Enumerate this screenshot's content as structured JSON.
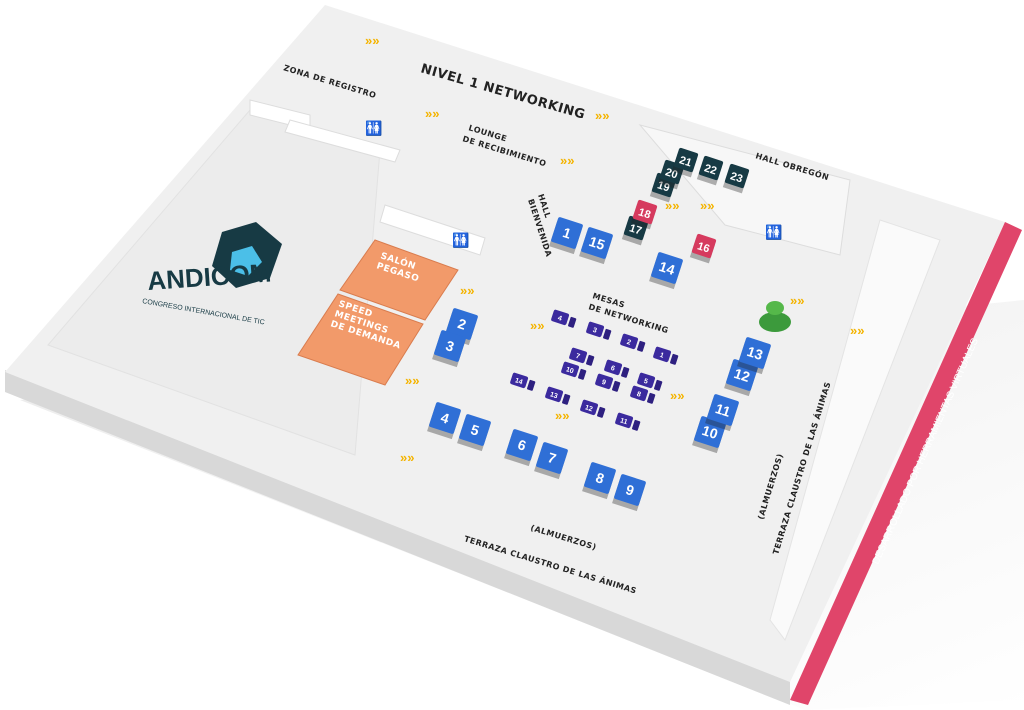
{
  "title": "NIVEL 1 NETWORKING",
  "logo": {
    "name": "ANDICOM",
    "tagline": "CONGRESO INTERNACIONAL DE TIC"
  },
  "zones": {
    "registro": "ZONA DE REGISTRO",
    "lounge_1": "LOUNGE",
    "lounge_2": "DE RECIBIMIENTO",
    "hall_bienvenida_1": "HALL",
    "hall_bienvenida_2": "BIENVENIDA",
    "hall_obregon": "HALL OBREGÓN",
    "mesas_1": "MESAS",
    "mesas_2": "DE NETWORKING",
    "salon_1": "SALÓN",
    "salon_2": "PEGASO",
    "speed_1": "SPEED",
    "speed_2": "MEETINGS",
    "speed_3": "DE DEMANDA",
    "terraza_bottom_1": "(ALMUERZOS)",
    "terraza_bottom_2": "TERRAZA CLAUSTRO DE LAS ÁNIMAS",
    "terraza_right_1": "(ALMUERZOS)",
    "terraza_right_2": "TERRAZA CLAUSTRO DE LAS ÁNIMAS"
  },
  "footer": "DESARROLLADO POR HERRAMIENTAS VIRTUALES",
  "colors": {
    "blue": "#2f6fd6",
    "dark": "#173a44",
    "red": "#d63a5e",
    "table": "#3b2a9e",
    "orange": "#f29a6a",
    "yellow": "#f4b400",
    "pink": "#e0456a",
    "green": "#3c9a3c"
  },
  "booths": {
    "blue": [
      "1",
      "2",
      "3",
      "4",
      "5",
      "6",
      "7",
      "8",
      "9",
      "10",
      "11",
      "12",
      "13",
      "14",
      "15"
    ],
    "dark": [
      "17",
      "19",
      "20",
      "21",
      "22",
      "23"
    ],
    "red": [
      "16",
      "18"
    ]
  },
  "tables": [
    "1",
    "2",
    "3",
    "4",
    "5",
    "6",
    "7",
    "8",
    "9",
    "10",
    "11",
    "12",
    "13",
    "14"
  ]
}
